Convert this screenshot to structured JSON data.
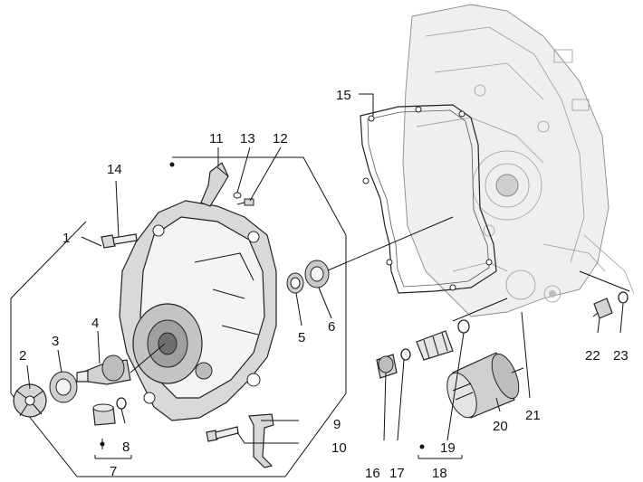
{
  "diagram": {
    "part_labels": [
      {
        "id": "p1",
        "text": "1"
      },
      {
        "id": "p2",
        "text": "2"
      },
      {
        "id": "p3",
        "text": "3"
      },
      {
        "id": "p4",
        "text": "4"
      },
      {
        "id": "p5",
        "text": "5"
      },
      {
        "id": "p6",
        "text": "6"
      },
      {
        "id": "p7",
        "text": "7"
      },
      {
        "id": "p8",
        "text": "8"
      },
      {
        "id": "p9",
        "text": "9"
      },
      {
        "id": "p10",
        "text": "10"
      },
      {
        "id": "p11",
        "text": "11"
      },
      {
        "id": "p12",
        "text": "12"
      },
      {
        "id": "p13",
        "text": "13"
      },
      {
        "id": "p14",
        "text": "14"
      },
      {
        "id": "p15",
        "text": "15"
      },
      {
        "id": "p16",
        "text": "16"
      },
      {
        "id": "p17",
        "text": "17"
      },
      {
        "id": "p18",
        "text": "18"
      },
      {
        "id": "p19",
        "text": "19"
      },
      {
        "id": "p20",
        "text": "20"
      },
      {
        "id": "p21",
        "text": "21"
      },
      {
        "id": "p22",
        "text": "22"
      },
      {
        "id": "p23",
        "text": "23"
      }
    ],
    "colors": {
      "ink": "#111111",
      "shading": "#c9c9c9",
      "background_engine": "#8a8a8a"
    }
  }
}
